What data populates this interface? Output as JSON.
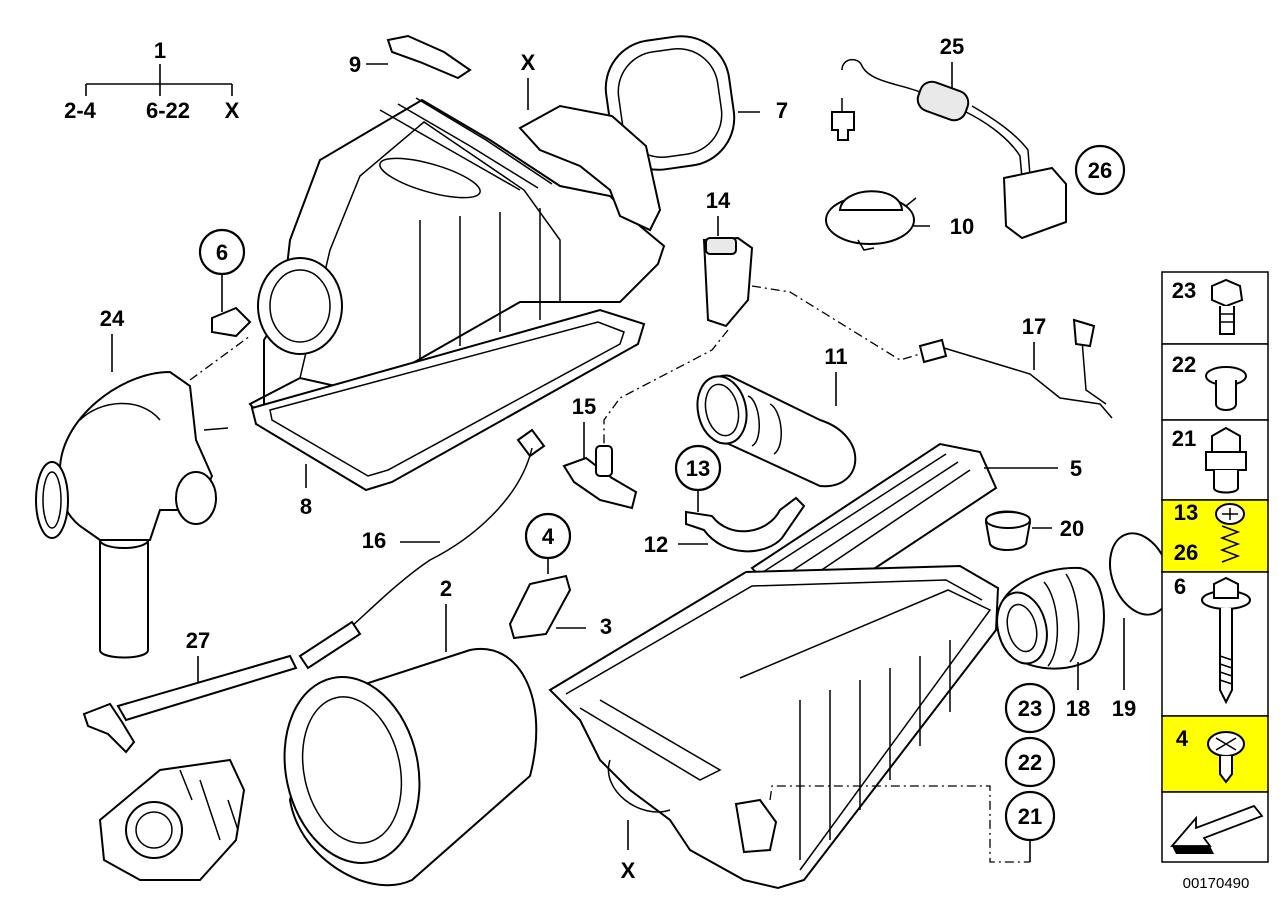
{
  "diagram": {
    "tree": {
      "root": "1",
      "children": [
        "2-4",
        "6-22",
        "X"
      ]
    },
    "labels": {
      "l2": "2",
      "l3": "3",
      "l5": "5",
      "l7": "7",
      "l8": "8",
      "l9": "9",
      "l10": "10",
      "l11": "11",
      "l12": "12",
      "l14": "14",
      "l15": "15",
      "l16": "16",
      "l17": "17",
      "l18": "18",
      "l19": "19",
      "l20": "20",
      "l24": "24",
      "l25": "25",
      "l27": "27",
      "x_top": "X",
      "x_bottom": "X"
    },
    "circled": {
      "c4": "4",
      "c6": "6",
      "c13": "13",
      "c21": "21",
      "c22": "22",
      "c23": "23",
      "c26": "26"
    },
    "fasteners": [
      {
        "label": "23",
        "highlight": false
      },
      {
        "label": "22",
        "highlight": false
      },
      {
        "label": "21",
        "highlight": false
      },
      {
        "label": "13",
        "label2": "26",
        "highlight": true
      },
      {
        "label": "6",
        "highlight": false
      },
      {
        "label": "4",
        "highlight": true
      }
    ],
    "diagram_number": "00170490",
    "colors": {
      "highlight": "#ffff00",
      "line": "#000000",
      "background": "#ffffff"
    }
  }
}
